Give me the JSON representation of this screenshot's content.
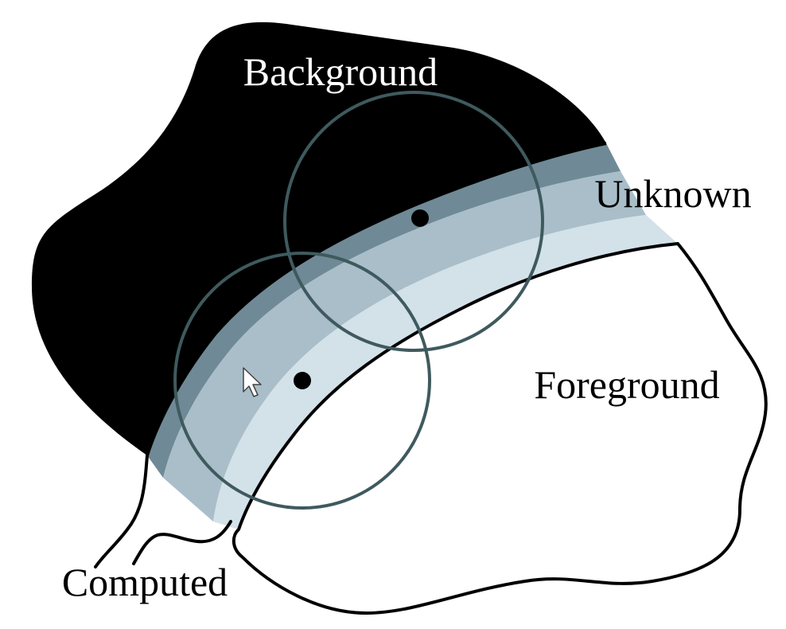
{
  "labels": {
    "background": "Background",
    "unknown": "Unknown",
    "foreground": "Foreground",
    "computed": "Computed"
  },
  "colors": {
    "background_region": "#000000",
    "unknown_dark_band": "#6f8a96",
    "unknown_mid_band": "#a9bec9",
    "unknown_light_band": "#d3e1e9",
    "foreground_region": "#ffffff",
    "circle_stroke": "#3f5a5e",
    "outline": "#000000",
    "background_label": "#ffffff",
    "text": "#000000"
  },
  "icons": {
    "cursor": "mouse-pointer-icon"
  }
}
